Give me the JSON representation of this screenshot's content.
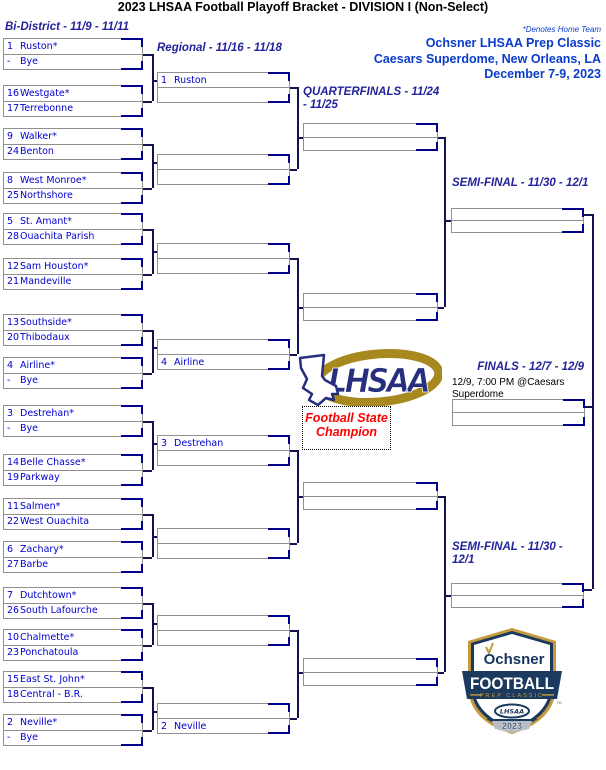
{
  "title": "2023 LHSAA Football Playoff Bracket - DIVISION I (Non-Select)",
  "note_home_team": "*Denotes Home Team",
  "event": {
    "line1": "Ochsner LHSAA Prep Classic",
    "line2": "Caesars Superdome, New Orleans, LA",
    "line3": "December 7-9, 2023"
  },
  "round_labels": {
    "bi_district": "Bi-District - 11/9 - 11/11",
    "regional": "Regional - 11/16 - 11/18",
    "quarterfinals": "QUARTERFINALS - 11/24\n- 11/25",
    "semifinal_top": "SEMI-FINAL - 11/30 - 12/1",
    "finals": "FINALS - 12/7 - 12/9",
    "finals_detail": "12/9, 7:00 PM @Caesars\nSuperdome",
    "semifinal_bottom": "SEMI-FINAL - 11/30 -\n12/1"
  },
  "champion_label": "Football State\nChampion",
  "bracket": {
    "bi_district": [
      {
        "top": {
          "seed": "1",
          "name": "Ruston*"
        },
        "bottom": {
          "seed": "-",
          "name": "Bye"
        }
      },
      {
        "top": {
          "seed": "16",
          "name": "Westgate*"
        },
        "bottom": {
          "seed": "17",
          "name": "Terrebonne"
        }
      },
      {
        "top": {
          "seed": "9",
          "name": "Walker*"
        },
        "bottom": {
          "seed": "24",
          "name": "Benton"
        }
      },
      {
        "top": {
          "seed": "8",
          "name": "West Monroe*"
        },
        "bottom": {
          "seed": "25",
          "name": "Northshore"
        }
      },
      {
        "top": {
          "seed": "5",
          "name": "St. Amant*"
        },
        "bottom": {
          "seed": "28",
          "name": "Ouachita Parish"
        }
      },
      {
        "top": {
          "seed": "12",
          "name": "Sam Houston*"
        },
        "bottom": {
          "seed": "21",
          "name": "Mandeville"
        }
      },
      {
        "top": {
          "seed": "13",
          "name": "Southside*"
        },
        "bottom": {
          "seed": "20",
          "name": "Thibodaux"
        }
      },
      {
        "top": {
          "seed": "4",
          "name": "Airline*"
        },
        "bottom": {
          "seed": "-",
          "name": "Bye"
        }
      },
      {
        "top": {
          "seed": "3",
          "name": "Destrehan*"
        },
        "bottom": {
          "seed": "-",
          "name": "Bye"
        }
      },
      {
        "top": {
          "seed": "14",
          "name": "Belle Chasse*"
        },
        "bottom": {
          "seed": "19",
          "name": "Parkway"
        }
      },
      {
        "top": {
          "seed": "11",
          "name": "Salmen*"
        },
        "bottom": {
          "seed": "22",
          "name": "West Ouachita"
        }
      },
      {
        "top": {
          "seed": "6",
          "name": "Zachary*"
        },
        "bottom": {
          "seed": "27",
          "name": "Barbe"
        }
      },
      {
        "top": {
          "seed": "7",
          "name": "Dutchtown*"
        },
        "bottom": {
          "seed": "26",
          "name": "South Lafourche"
        }
      },
      {
        "top": {
          "seed": "10",
          "name": "Chalmette*"
        },
        "bottom": {
          "seed": "23",
          "name": "Ponchatoula"
        }
      },
      {
        "top": {
          "seed": "15",
          "name": "East St. John*"
        },
        "bottom": {
          "seed": "18",
          "name": "Central - B.R."
        }
      },
      {
        "top": {
          "seed": "2",
          "name": "Neville*"
        },
        "bottom": {
          "seed": "-",
          "name": "Bye"
        }
      }
    ],
    "regional": [
      {
        "top": {
          "seed": "1",
          "name": "Ruston"
        },
        "bottom": null
      },
      {
        "top": null,
        "bottom": null
      },
      {
        "top": null,
        "bottom": null
      },
      {
        "top": null,
        "bottom": {
          "seed": "4",
          "name": "Airline"
        }
      },
      {
        "top": {
          "seed": "3",
          "name": "Destrehan"
        },
        "bottom": null
      },
      {
        "top": null,
        "bottom": null
      },
      {
        "top": null,
        "bottom": null
      },
      {
        "top": null,
        "bottom": {
          "seed": "2",
          "name": "Neville"
        }
      }
    ],
    "quarterfinals": [
      {
        "top": null,
        "bottom": null
      },
      {
        "top": null,
        "bottom": null
      },
      {
        "top": null,
        "bottom": null
      },
      {
        "top": null,
        "bottom": null
      }
    ],
    "semifinals": [
      {
        "top": null,
        "bottom": null
      },
      {
        "top": null,
        "bottom": null
      }
    ],
    "finals": [
      {
        "top": null,
        "bottom": null
      }
    ]
  },
  "logos": {
    "lhsaa_center": {
      "text": "LHSAA"
    },
    "ochsner_shield": {
      "brand": "Ochsner",
      "title": "FOOTBALL",
      "subtitle": "PREP CLASSIC",
      "oval_text": "LHSAA",
      "year": "2023",
      "tm": "TM"
    }
  },
  "colors": {
    "team_text": "#0000CD",
    "round_header": "#23239B",
    "event_text": "#0a3ccc",
    "champion_text": "#FF0000",
    "box_accent": "#00008B",
    "box_border": "#8f8f8f",
    "connector": "#12124e",
    "lhsaa_gold": "#A7891F",
    "shield_navy": "#1B3A5E",
    "shield_gold": "#C49A3C"
  }
}
